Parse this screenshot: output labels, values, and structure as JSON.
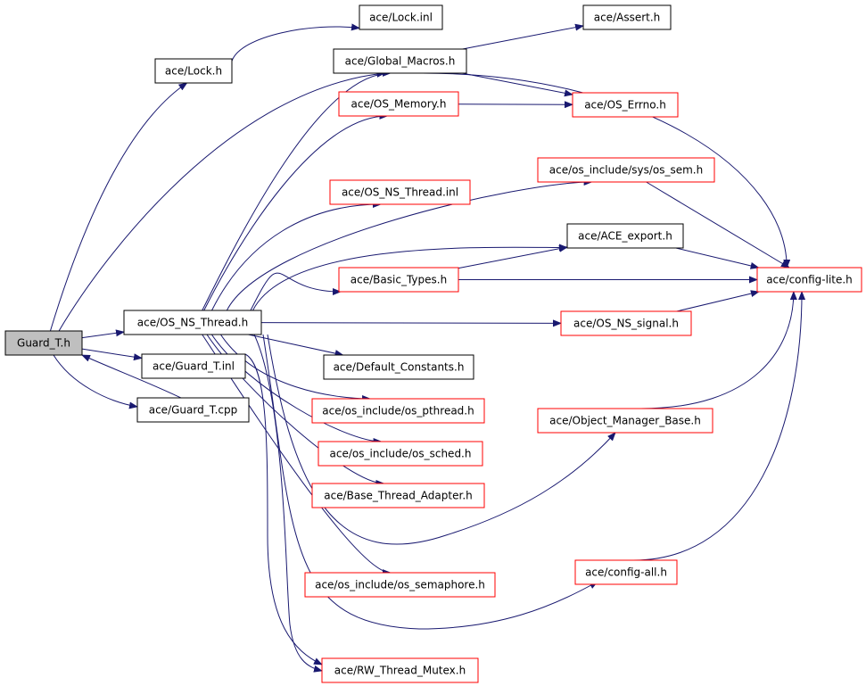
{
  "colors": {
    "edge": "#191970",
    "border_default": "#000000",
    "border_incomplete": "#ff0000",
    "root_fill": "#bfbfbf",
    "node_fill": "#ffffff"
  },
  "nodes": [
    {
      "id": "guard_t_h",
      "label": "Guard_T.h",
      "kind": "root"
    },
    {
      "id": "lock_h",
      "label": "ace/Lock.h",
      "kind": "default"
    },
    {
      "id": "lock_inl",
      "label": "ace/Lock.inl",
      "kind": "default"
    },
    {
      "id": "global_macros_h",
      "label": "ace/Global_Macros.h",
      "kind": "default"
    },
    {
      "id": "assert_h",
      "label": "ace/Assert.h",
      "kind": "default"
    },
    {
      "id": "os_memory_h",
      "label": "ace/OS_Memory.h",
      "kind": "incomplete"
    },
    {
      "id": "os_errno_h",
      "label": "ace/OS_Errno.h",
      "kind": "incomplete"
    },
    {
      "id": "os_sem_h",
      "label": "ace/os_include/sys/os_sem.h",
      "kind": "incomplete"
    },
    {
      "id": "os_ns_thread_inl",
      "label": "ace/OS_NS_Thread.inl",
      "kind": "incomplete"
    },
    {
      "id": "ace_export_h",
      "label": "ace/ACE_export.h",
      "kind": "default"
    },
    {
      "id": "basic_types_h",
      "label": "ace/Basic_Types.h",
      "kind": "incomplete"
    },
    {
      "id": "config_lite_h",
      "label": "ace/config-lite.h",
      "kind": "incomplete"
    },
    {
      "id": "os_ns_thread_h",
      "label": "ace/OS_NS_Thread.h",
      "kind": "default"
    },
    {
      "id": "os_ns_signal_h",
      "label": "ace/OS_NS_signal.h",
      "kind": "incomplete"
    },
    {
      "id": "guard_t_inl",
      "label": "ace/Guard_T.inl",
      "kind": "default"
    },
    {
      "id": "default_constants_h",
      "label": "ace/Default_Constants.h",
      "kind": "default"
    },
    {
      "id": "guard_t_cpp",
      "label": "ace/Guard_T.cpp",
      "kind": "default"
    },
    {
      "id": "os_pthread_h",
      "label": "ace/os_include/os_pthread.h",
      "kind": "incomplete"
    },
    {
      "id": "object_manager_base_h",
      "label": "ace/Object_Manager_Base.h",
      "kind": "incomplete"
    },
    {
      "id": "os_sched_h",
      "label": "ace/os_include/os_sched.h",
      "kind": "incomplete"
    },
    {
      "id": "base_thread_adapter_h",
      "label": "ace/Base_Thread_Adapter.h",
      "kind": "incomplete"
    },
    {
      "id": "config_all_h",
      "label": "ace/config-all.h",
      "kind": "incomplete"
    },
    {
      "id": "os_semaphore_h",
      "label": "ace/os_include/os_semaphore.h",
      "kind": "incomplete"
    },
    {
      "id": "rw_thread_mutex_h",
      "label": "ace/RW_Thread_Mutex.h",
      "kind": "incomplete"
    }
  ],
  "edges": [
    [
      "guard_t_h",
      "lock_h"
    ],
    [
      "guard_t_h",
      "global_macros_h"
    ],
    [
      "guard_t_h",
      "os_ns_thread_h"
    ],
    [
      "guard_t_h",
      "guard_t_inl"
    ],
    [
      "guard_t_h",
      "guard_t_cpp"
    ],
    [
      "guard_t_cpp",
      "guard_t_h"
    ],
    [
      "lock_h",
      "lock_inl"
    ],
    [
      "global_macros_h",
      "assert_h"
    ],
    [
      "global_macros_h",
      "os_errno_h"
    ],
    [
      "global_macros_h",
      "config_lite_h"
    ],
    [
      "os_memory_h",
      "os_errno_h"
    ],
    [
      "os_sem_h",
      "config_lite_h"
    ],
    [
      "ace_export_h",
      "config_lite_h"
    ],
    [
      "basic_types_h",
      "ace_export_h"
    ],
    [
      "basic_types_h",
      "config_lite_h"
    ],
    [
      "os_ns_signal_h",
      "config_lite_h"
    ],
    [
      "object_manager_base_h",
      "config_lite_h"
    ],
    [
      "config_all_h",
      "config_lite_h"
    ],
    [
      "os_ns_thread_h",
      "global_macros_h"
    ],
    [
      "os_ns_thread_h",
      "os_memory_h"
    ],
    [
      "os_ns_thread_h",
      "os_sem_h"
    ],
    [
      "os_ns_thread_h",
      "os_ns_thread_inl"
    ],
    [
      "os_ns_thread_h",
      "ace_export_h"
    ],
    [
      "os_ns_thread_h",
      "basic_types_h"
    ],
    [
      "os_ns_thread_h",
      "os_ns_signal_h"
    ],
    [
      "os_ns_thread_h",
      "default_constants_h"
    ],
    [
      "os_ns_thread_h",
      "os_pthread_h"
    ],
    [
      "os_ns_thread_h",
      "os_sched_h"
    ],
    [
      "os_ns_thread_h",
      "base_thread_adapter_h"
    ],
    [
      "os_ns_thread_h",
      "object_manager_base_h"
    ],
    [
      "os_ns_thread_h",
      "os_semaphore_h"
    ],
    [
      "os_ns_thread_h",
      "config_all_h"
    ],
    [
      "os_ns_thread_h",
      "rw_thread_mutex_h"
    ],
    [
      "guard_t_inl",
      "rw_thread_mutex_h"
    ]
  ]
}
